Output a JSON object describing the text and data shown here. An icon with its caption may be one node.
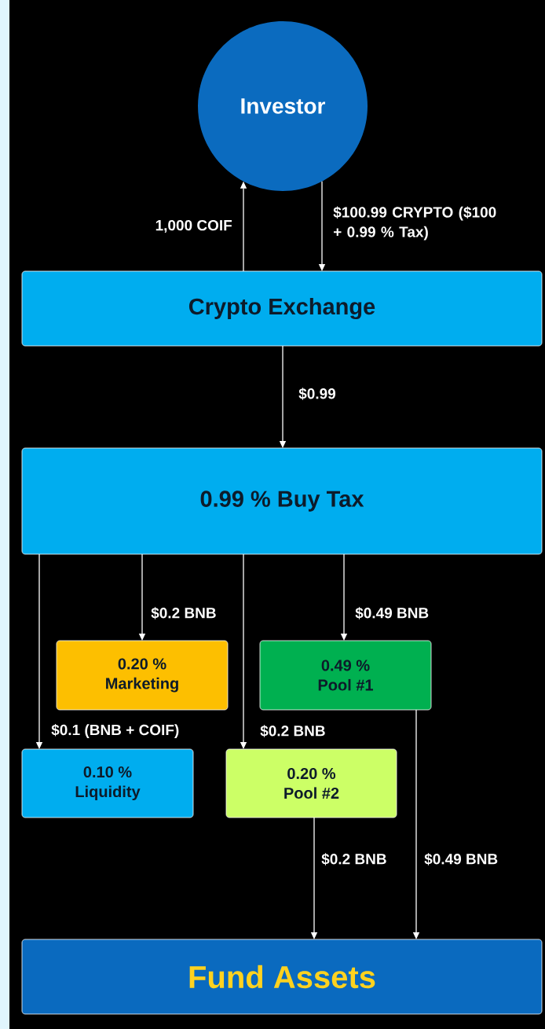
{
  "diagram": {
    "nodes": [
      {
        "text": [
          "Investor"
        ]
      },
      {
        "text": [
          "Crypto Exchange"
        ]
      },
      {
        "text": [
          "0.99 % Buy Tax"
        ]
      },
      {
        "text": [
          "0.20 %",
          "Marketing"
        ]
      },
      {
        "text": [
          "0.49 %",
          "Pool #1"
        ]
      },
      {
        "text": [
          "0.10 %",
          "Liquidity"
        ]
      },
      {
        "text": [
          "0.20 %",
          "Pool #2"
        ]
      },
      {
        "text": [
          "Fund Assets"
        ]
      }
    ],
    "edges": [
      {
        "from": 1,
        "to": 0,
        "arrow": "to",
        "label": "1,000 COIF"
      },
      {
        "from": 0,
        "to": 1,
        "arrow": "to",
        "label": "$100.99 CRYPTO ($100 + 0.99 % Tax)"
      },
      {
        "from": 1,
        "to": 2,
        "arrow": "to",
        "label": "$0.99"
      },
      {
        "from": 2,
        "to": 3,
        "arrow": "to",
        "label": "$0.2 BNB"
      },
      {
        "from": 2,
        "to": 4,
        "arrow": "to",
        "label": "$0.49 BNB"
      },
      {
        "from": 2,
        "to": 5,
        "arrow": "to",
        "label": "$0.1 (BNB + COIF)"
      },
      {
        "from": 2,
        "to": 6,
        "arrow": "to",
        "label": "$0.2 BNB"
      },
      {
        "from": 6,
        "to": 7,
        "arrow": "to",
        "label": "$0.2 BNB"
      },
      {
        "from": 4,
        "to": 7,
        "arrow": "to",
        "label": "$0.49 BNB"
      }
    ]
  }
}
